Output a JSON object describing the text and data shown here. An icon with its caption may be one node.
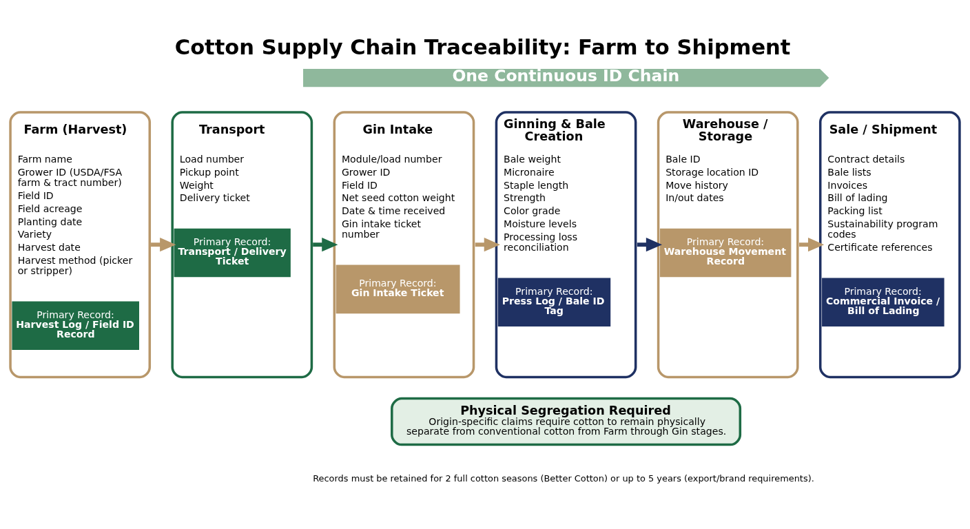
{
  "diagram": {
    "title": "Cotton Supply Chain Traceability: Farm to Shipment",
    "nodes": [
      {
        "text": [
          "Farm (Harvest)",
          "Farm name",
          "Grower ID (USDA/FSA farm & tract number)",
          "Field ID",
          "Field acreage",
          "Planting date",
          "Variety",
          "Harvest date",
          "Harvest method (picker or stripper)",
          "Primary Record:",
          "Harvest Log / Field ID Record"
        ]
      },
      {
        "text": [
          "Transport",
          "Load number",
          "Pickup point",
          "Weight",
          "Delivery ticket",
          "Primary Record:",
          "Transport / Delivery Ticket"
        ]
      },
      {
        "text": [
          "Gin Intake",
          "Module/load number",
          "Grower ID",
          "Field ID",
          "Net seed cotton weight",
          "Date & time received",
          "Gin intake ticket number",
          "Primary Record:",
          "Gin Intake Ticket"
        ]
      },
      {
        "text": [
          "Ginning & Bale Creation",
          "Bale weight",
          "Micronaire",
          "Staple length",
          "Strength",
          "Color grade",
          "Moisture levels",
          "Processing loss reconciliation",
          "Primary Record:",
          "Press Log / Bale ID Tag"
        ]
      },
      {
        "text": [
          "Warehouse / Storage",
          "Bale ID",
          "Storage location ID",
          "Move history",
          "In/out dates",
          "Primary Record:",
          "Warehouse Movement Record"
        ]
      },
      {
        "text": [
          "Sale / Shipment",
          "Contract details",
          "Bale lists",
          "Invoices",
          "Bill of lading",
          "Packing list",
          "Sustainability program codes",
          "Certificate references",
          "Primary Record:",
          "Commercial Invoice / Bill of Lading"
        ]
      },
      {
        "text": [
          "Physical Segregation Required",
          "Origin-specific claims require cotton to remain physically separate from conventional cotton from Farm through Gin stages."
        ]
      }
    ],
    "edges": [
      {
        "from": 0,
        "to": 1,
        "arrow": "to"
      },
      {
        "from": 1,
        "to": 2,
        "arrow": "to",
        "color": "#1e6b45"
      },
      {
        "from": 2,
        "to": 3,
        "arrow": "to"
      },
      {
        "from": 3,
        "to": 4,
        "arrow": "to",
        "color": "#1f3163"
      },
      {
        "from": 4,
        "to": 5,
        "arrow": "to"
      }
    ],
    "labels": [
      "One Continuous ID Chain",
      "Records must be retained for 2 full cotton seasons (Better Cotton) or up to 5 years (export/brand requirements)."
    ]
  }
}
